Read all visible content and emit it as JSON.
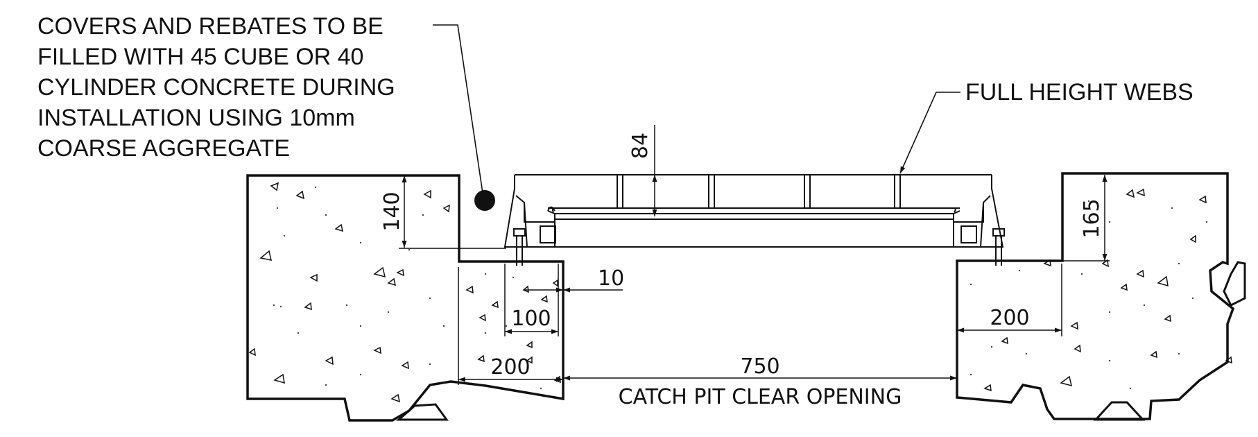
{
  "notes": {
    "infill_note": [
      "COVERS AND REBATES TO BE",
      "FILLED WITH 45 CUBE OR 40",
      "CYLINDER CONCRETE DURING",
      "INSTALLATION USING 10mm",
      "COARSE AGGREGATE"
    ],
    "webs_callout": "FULL HEIGHT WEBS"
  },
  "dimensions": {
    "cover_depth": "84",
    "left_rebate_depth": "140",
    "right_rebate_depth": "165",
    "gap": "10",
    "frame_width": "100",
    "left_wall": "200",
    "right_wall": "200",
    "clear_opening": "750"
  },
  "labels": {
    "clear_opening": "CATCH PIT CLEAR OPENING"
  }
}
